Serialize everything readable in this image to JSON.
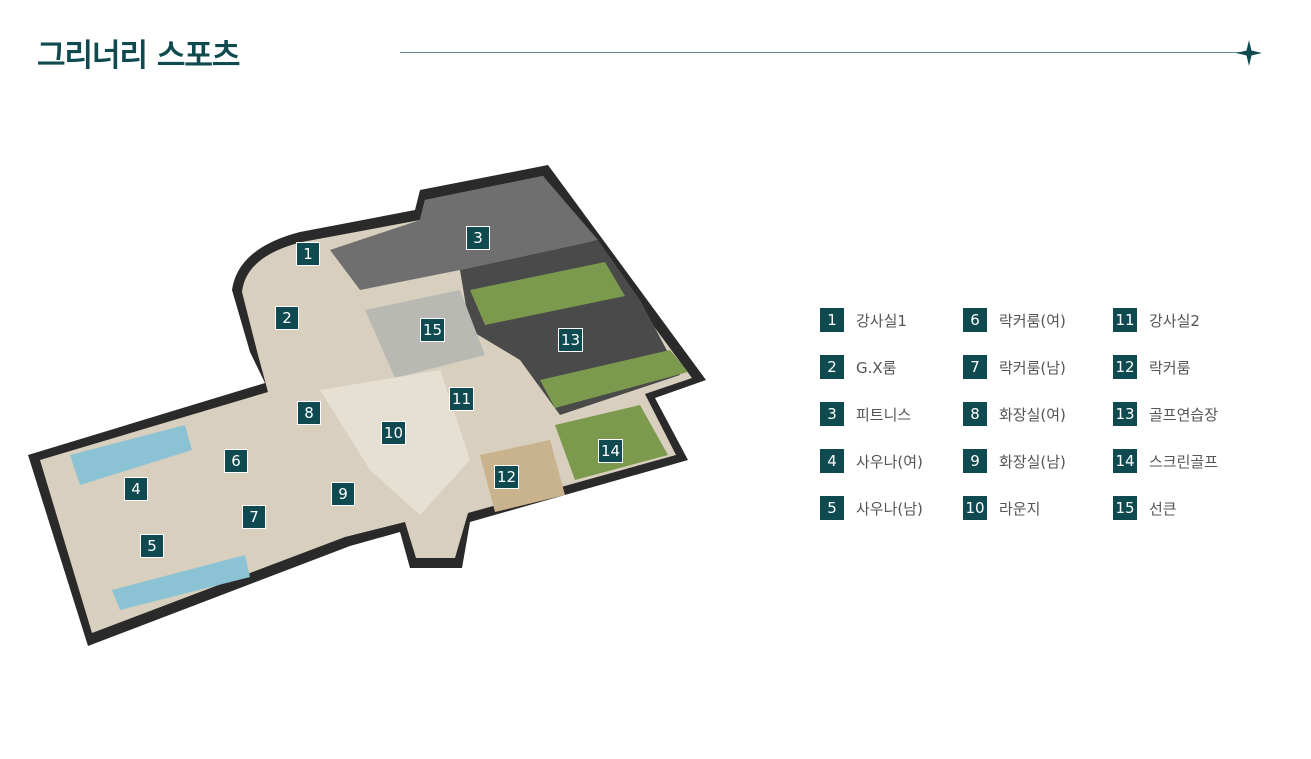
{
  "header": {
    "title": "그리너리 스포츠",
    "star_icon": "four-point-star-icon"
  },
  "colors": {
    "accent": "#0e4a50",
    "rule": "#5d8a8c"
  },
  "legend": [
    {
      "num": "1",
      "label": "강사실1"
    },
    {
      "num": "6",
      "label": "락커룸(여)"
    },
    {
      "num": "11",
      "label": "강사실2"
    },
    {
      "num": "2",
      "label": "G.X룸"
    },
    {
      "num": "7",
      "label": "락커룸(남)"
    },
    {
      "num": "12",
      "label": "락커룸"
    },
    {
      "num": "3",
      "label": "피트니스"
    },
    {
      "num": "8",
      "label": "화장실(여)"
    },
    {
      "num": "13",
      "label": "골프연습장"
    },
    {
      "num": "4",
      "label": "사우나(여)"
    },
    {
      "num": "9",
      "label": "화장실(남)"
    },
    {
      "num": "14",
      "label": "스크린골프"
    },
    {
      "num": "5",
      "label": "사우나(남)"
    },
    {
      "num": "10",
      "label": "라운지"
    },
    {
      "num": "15",
      "label": "선큰"
    }
  ],
  "markers": [
    "1",
    "2",
    "3",
    "4",
    "5",
    "6",
    "7",
    "8",
    "9",
    "10",
    "11",
    "12",
    "13",
    "14",
    "15"
  ]
}
